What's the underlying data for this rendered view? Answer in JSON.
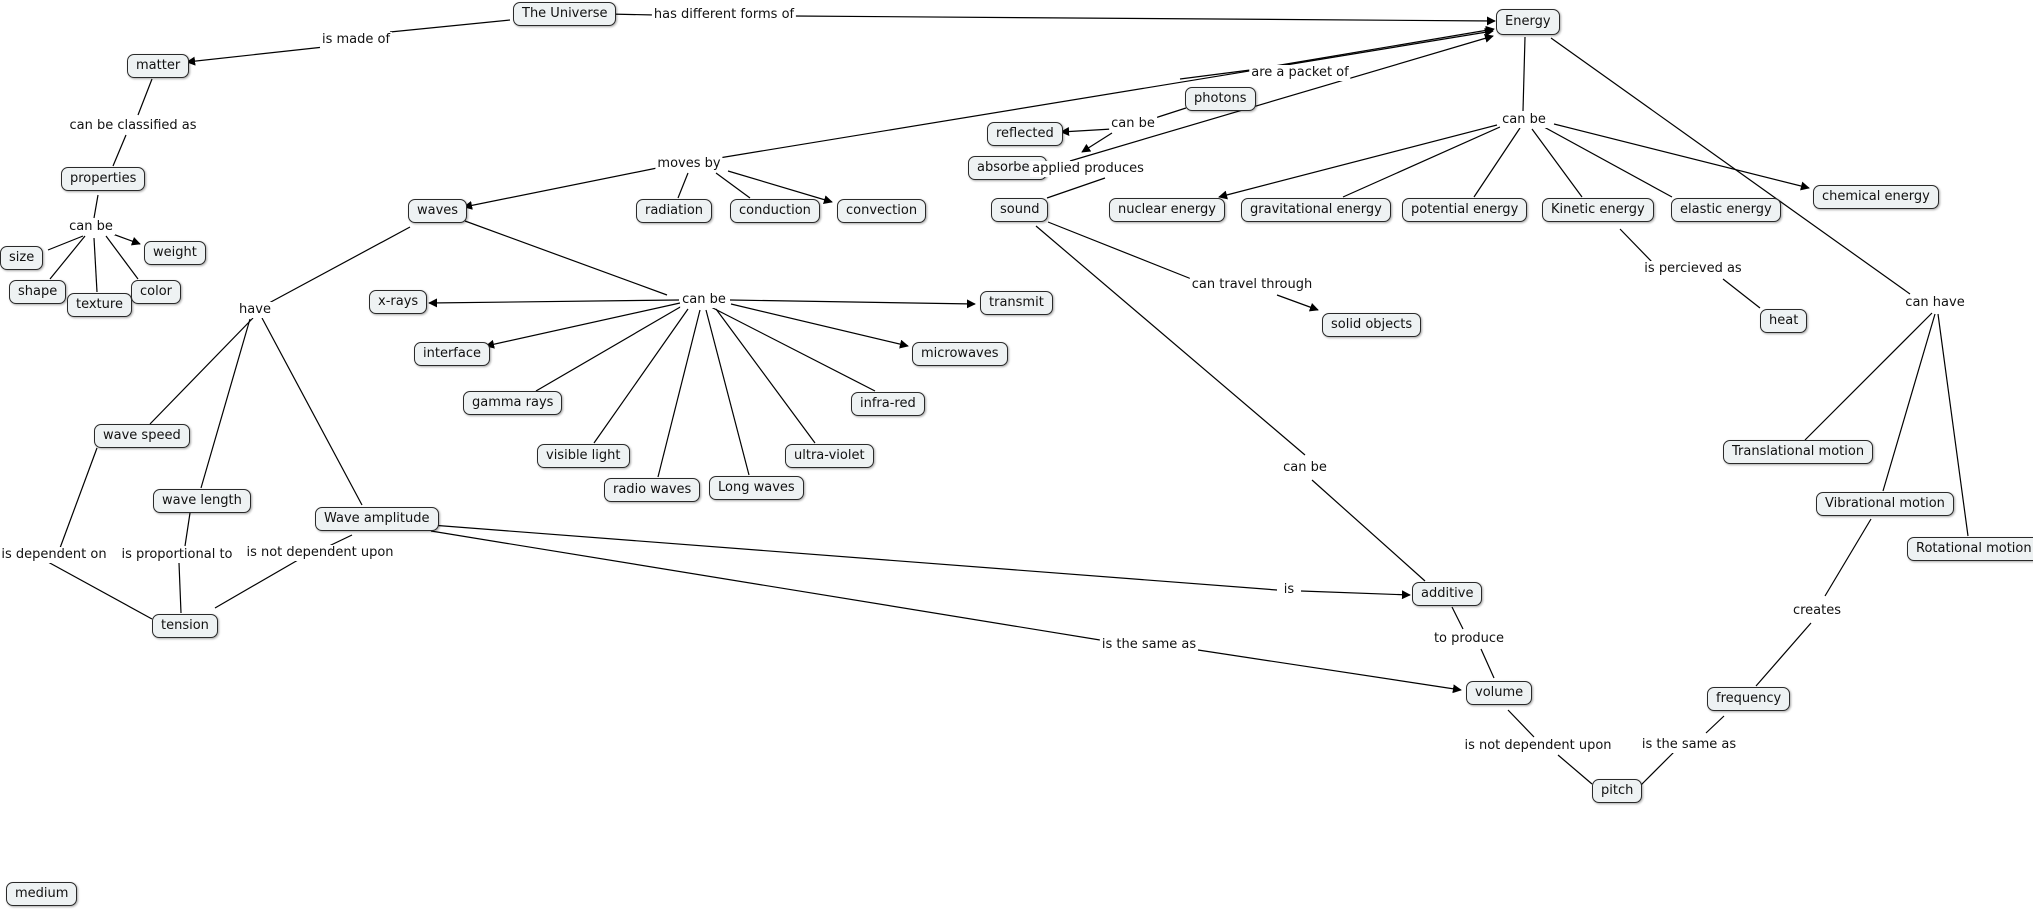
{
  "concepts": {
    "the_universe": "The Universe",
    "energy": "Energy",
    "matter": "matter",
    "properties": "properties",
    "size": "size",
    "weight": "weight",
    "shape": "shape",
    "texture": "texture",
    "color": "color",
    "photons": "photons",
    "reflected": "reflected",
    "absorbed": "absorbed",
    "waves": "waves",
    "radiation": "radiation",
    "conduction": "conduction",
    "convection": "convection",
    "sound": "sound",
    "nuclear_energy": "nuclear energy",
    "gravitational_energy": "gravitational energy",
    "potential_energy": "potential energy",
    "kinetic_energy": "Kinetic energy",
    "elastic_energy": "elastic energy",
    "chemical_energy": "chemical energy",
    "heat": "heat",
    "solid_objects": "solid objects",
    "x_rays": "x-rays",
    "transmit": "transmit",
    "interface": "interface",
    "microwaves": "microwaves",
    "gamma_rays": "gamma rays",
    "infra_red": "infra-red",
    "visible_light": "visible light",
    "ultra_violet": "ultra-violet",
    "radio_waves": "radio waves",
    "long_waves": "Long waves",
    "wave_speed": "wave speed",
    "wave_length": "wave length",
    "wave_amplitude": "Wave amplitude",
    "tension": "tension",
    "additive": "additive",
    "volume": "volume",
    "pitch": "pitch",
    "frequency": "frequency",
    "translational_motion": "Translational motion",
    "vibrational_motion": "Vibrational motion",
    "rotational_motion": "Rotational motion",
    "medium": "medium"
  },
  "link_phrases": {
    "is_made_of": "is made of",
    "has_different_forms_of": "has different forms of",
    "can_be_classified_as": "can be classified as",
    "properties_can_be": "can be",
    "are_a_packet_of": "are a packet of",
    "photons_can_be": "can be",
    "moves_by": "moves by",
    "applied_produces": "applied produces",
    "energy_can_be": "can be",
    "is_percieved_as": "is percieved as",
    "can_travel_through": "can travel through",
    "waves_can_be": "can be",
    "have": "have",
    "can_have": "can have",
    "sound_can_be": "can be",
    "is_dependent_on": "is dependent on",
    "is_proportional_to": "is proportional to",
    "is_not_dependent_upon_tension": "is not dependent upon",
    "is": "is",
    "is_the_same_as_volume": "is the same as",
    "to_produce": "to produce",
    "creates": "creates",
    "is_not_dependent_upon_pitch": "is not dependent upon",
    "is_the_same_as_pitch": "is the same as"
  },
  "colors": {
    "node_fill": "#eef2f3",
    "node_border": "#2a2a2a",
    "line": "#000000",
    "background": "#ffffff"
  }
}
